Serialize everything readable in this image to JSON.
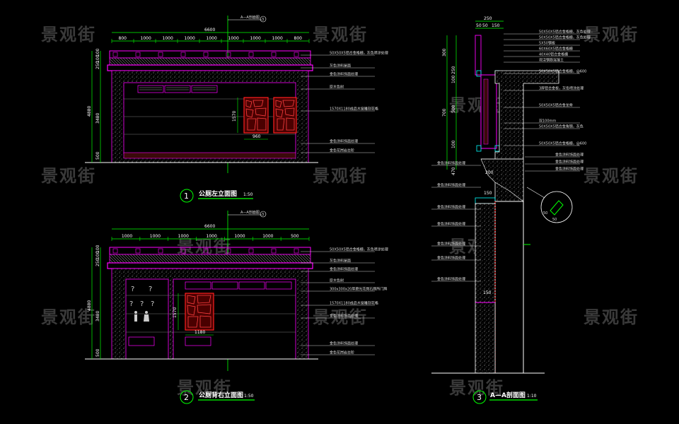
{
  "watermark": "景观街",
  "colors": {
    "background": "#000000",
    "dimension": "#00ff00",
    "wall": "#ff00ff",
    "lattice": "#ff2020",
    "hatch": "#9a9a9a",
    "text": "#ffffff",
    "guide": "#00ff00"
  },
  "views": [
    {
      "number": "1",
      "title": "公厕左立面图",
      "scale": "1:50",
      "section_tag": "A—A剖面图",
      "section_num": "3",
      "top_dims": [
        "800",
        "1000",
        "1000",
        "1000",
        "1000",
        "1000",
        "1000",
        "1000",
        "800"
      ],
      "overall": "6600",
      "left_dims": [
        "100",
        "100",
        "250",
        "4880",
        "3480",
        "500"
      ],
      "inner_dims": [
        "1570",
        "960"
      ],
      "notes": [
        "50X50X5铝合金格栅，灰色喷涂处理",
        "灰色涂料屋面",
        "金色涂料饰面处理",
        "原木色树",
        "1570X1180成品木窗雕刻花格",
        "金色涂料饰面处理",
        "金色花岗岩台阶"
      ]
    },
    {
      "number": "2",
      "title": "公厕背右立面图",
      "scale": "1:50",
      "section_tag": "A—A剖面图",
      "section_num": "3",
      "top_dims": [
        "1000",
        "1000",
        "1000",
        "1000",
        "1000",
        "1000",
        "500"
      ],
      "overall": "6600",
      "left_dims": [
        "100",
        "100",
        "250",
        "4880",
        "3480",
        "500"
      ],
      "inner_dims": [
        "1570",
        "1180"
      ],
      "notes": [
        "50X50X5铝合金格栅，灰色喷涂处理",
        "灰色涂料屋面",
        "金色涂料饰面处理",
        "原木色树",
        "300x300x20厚磨光花岗石厕所门牌",
        "1570X1180成品木窗雕刻花格",
        "金色涂料饰面处理",
        "金色涂料饰面处理",
        "金色花岗岩台阶"
      ]
    },
    {
      "number": "3",
      "title": "A—A剖面图",
      "scale": "1:10",
      "top_dims": [
        "250",
        "50",
        "50",
        "150"
      ],
      "left_dims": [
        "300",
        "250",
        "100",
        "700",
        "500",
        "100",
        "470"
      ],
      "inner_dims": [
        "200",
        "150",
        "150"
      ],
      "notes": [
        "50X50X5铝合金格栅，灰色处理",
        "50X50X5铝合金格栅，灰色处理",
        "5X50钢板",
        "60X60X5铝合金格栅",
        "40X40铝合金格栅",
        "现浇钢筋混凝土",
        "50X50X5铝合金格栅，@600",
        "3厚铝合金板，灰色喷涂处理",
        "50X50X5铝合金龙骨",
        "双100mm",
        "50X50X5铝合金角钢，灰色",
        "50X50X5铝合金格栅，@600",
        "金色涂料饰面处理",
        "金色涂料饰面处理",
        "金色涂料饰面处理",
        "金色涂料饰面处理",
        "金色涂料饰面处理",
        "金色涂料饰面处理",
        "金色涂料饰面处理",
        "金色涂料饰面处理",
        "金色涂料饰面处理",
        "金色涂料饰面处理"
      ]
    }
  ]
}
